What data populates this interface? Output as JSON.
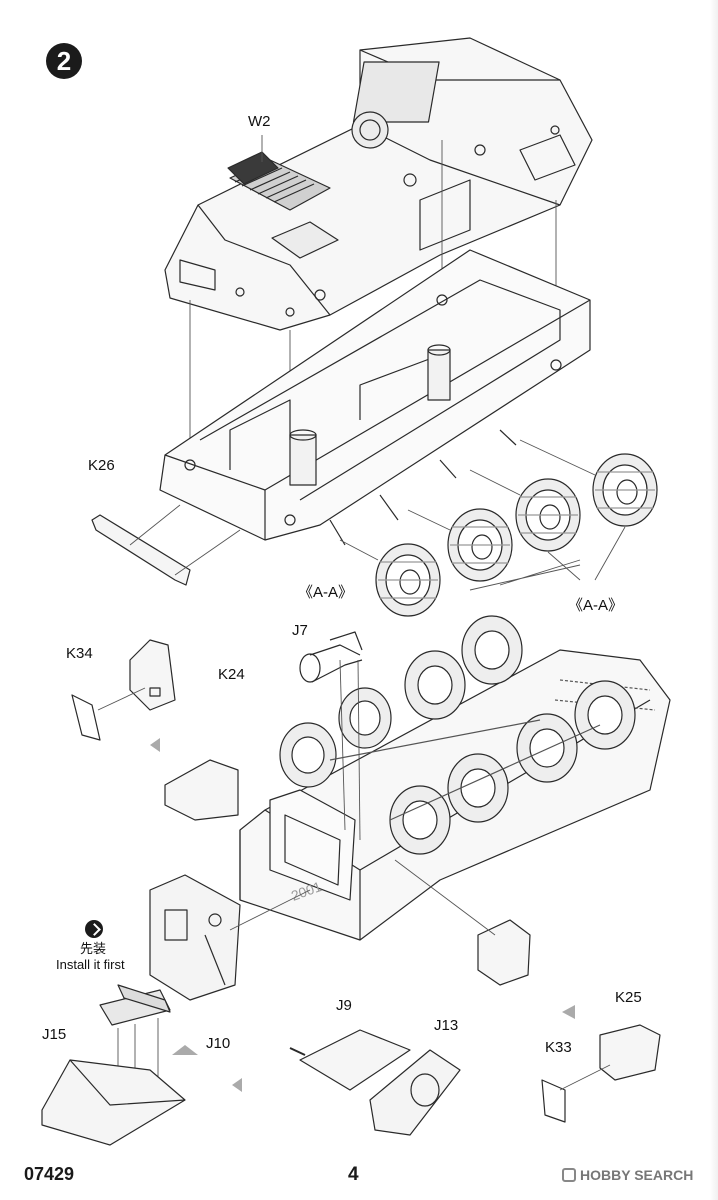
{
  "step_number": "2",
  "labels": {
    "w2": "W2",
    "k26": "K26",
    "aa_left": "《A-A》",
    "aa_right": "《A-A》",
    "j7": "J7",
    "k34": "K34",
    "k24": "K24",
    "cn_note": "先装",
    "install_note": "Install it first",
    "j15": "J15",
    "j10": "J10",
    "j9": "J9",
    "j13": "J13",
    "k25": "K25",
    "k33": "K33",
    "hull_marking": "2001"
  },
  "footer": {
    "kit_code": "07429",
    "page_number": "4"
  },
  "watermark": {
    "text": "HOBBY SEARCH",
    "logo": "hobby-search-logo-icon"
  }
}
